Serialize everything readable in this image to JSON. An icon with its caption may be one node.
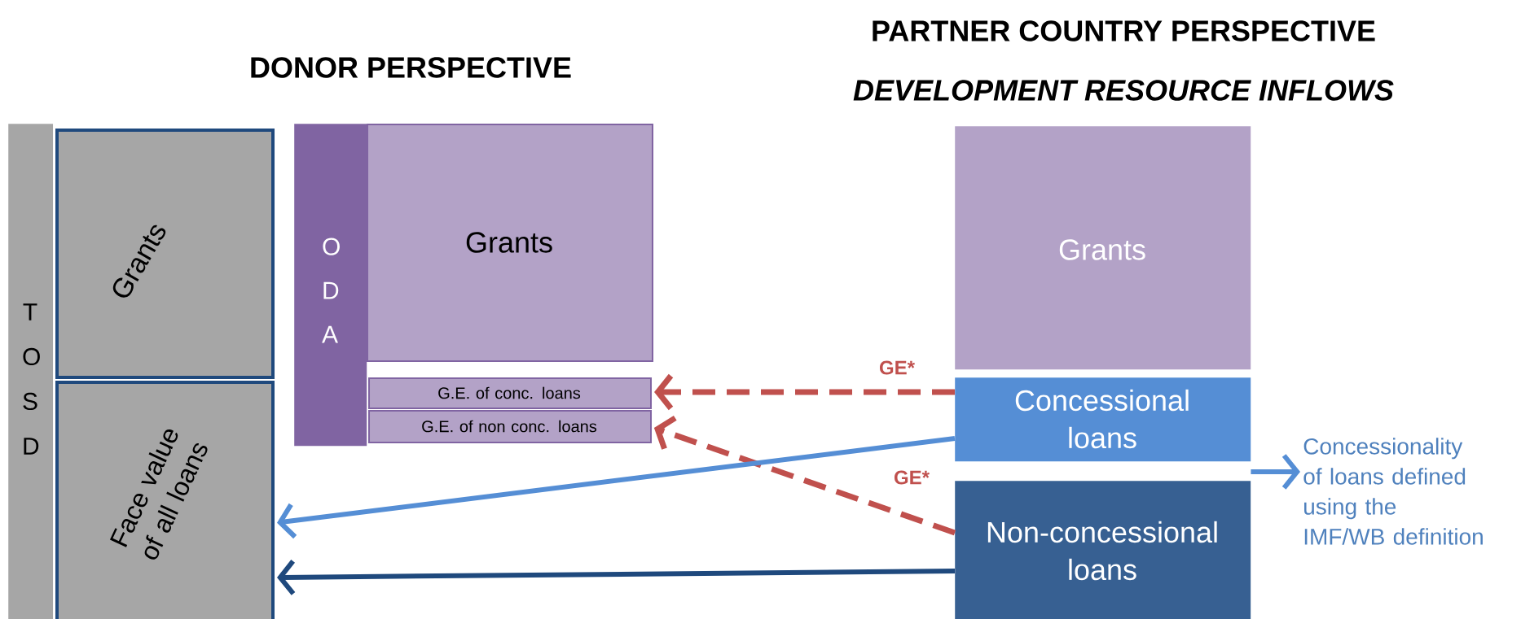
{
  "diagram": {
    "nodes": [
      {
        "text": [
          "T O S D"
        ]
      },
      {
        "text": [
          "Grants"
        ]
      },
      {
        "text": [
          "Face value of all loans"
        ]
      },
      {
        "text": [
          "O D A"
        ]
      },
      {
        "text": [
          "Grants"
        ]
      },
      {
        "text": [
          "G.E. of conc. loans"
        ]
      },
      {
        "text": [
          "G.E. of non conc. loans"
        ]
      },
      {
        "text": [
          "Grants"
        ]
      },
      {
        "text": [
          "Concessional loans"
        ]
      },
      {
        "text": [
          "Non-concessional loans"
        ]
      },
      {
        "text": [
          "Concessionality of loans defined using the IMF/WB definition"
        ]
      }
    ],
    "edges": [
      {
        "from": 8,
        "to": 5,
        "arrow": "to",
        "label": "GE*",
        "style": "dashed",
        "color": "#c0504d"
      },
      {
        "from": 9,
        "to": 6,
        "arrow": "to",
        "label": "GE*",
        "style": "dashed",
        "color": "#c0504d"
      },
      {
        "from": 8,
        "to": 2,
        "arrow": "to",
        "color": "#558ed5"
      },
      {
        "from": 9,
        "to": 2,
        "arrow": "to",
        "color": "#1f497d"
      },
      {
        "from": 8,
        "to": 10,
        "arrow": "to",
        "color": "#558ed5"
      }
    ],
    "labels": [
      "DONOR PERSPECTIVE",
      "PARTNER COUNTRY PERSPECTIVE",
      "DEVELOPMENT RESOURCE INFLOWS"
    ]
  }
}
